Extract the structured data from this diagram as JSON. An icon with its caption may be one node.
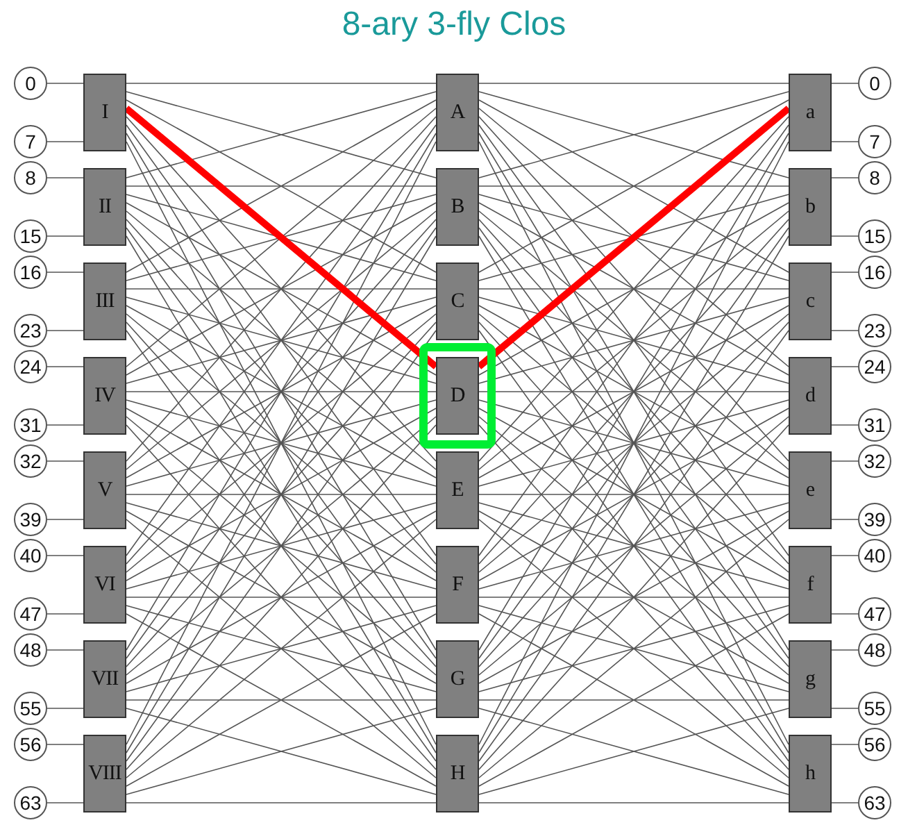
{
  "diagram": {
    "title": "8-ary 3-fly Clos",
    "nodes": [
      {
        "text": [
          "I"
        ]
      },
      {
        "text": [
          "II"
        ]
      },
      {
        "text": [
          "III"
        ]
      },
      {
        "text": [
          "IV"
        ]
      },
      {
        "text": [
          "V"
        ]
      },
      {
        "text": [
          "VI"
        ]
      },
      {
        "text": [
          "VII"
        ]
      },
      {
        "text": [
          "VIII"
        ]
      },
      {
        "text": [],
        "shape": "box"
      },
      {
        "text": [
          "A"
        ]
      },
      {
        "text": [
          "B"
        ]
      },
      {
        "text": [
          "C"
        ]
      },
      {
        "text": [
          "D"
        ],
        "in": 8
      },
      {
        "text": [
          "E"
        ]
      },
      {
        "text": [
          "F"
        ]
      },
      {
        "text": [
          "G"
        ]
      },
      {
        "text": [
          "H"
        ]
      },
      {
        "text": [
          "a"
        ]
      },
      {
        "text": [
          "b"
        ]
      },
      {
        "text": [
          "c"
        ]
      },
      {
        "text": [
          "d"
        ]
      },
      {
        "text": [
          "e"
        ]
      },
      {
        "text": [
          "f"
        ]
      },
      {
        "text": [
          "g"
        ]
      },
      {
        "text": [
          "h"
        ]
      },
      {
        "text": [
          "0"
        ]
      },
      {
        "text": [
          "7"
        ]
      },
      {
        "text": [
          "8"
        ]
      },
      {
        "text": [
          "15"
        ]
      },
      {
        "text": [
          "16"
        ]
      },
      {
        "text": [
          "23"
        ]
      },
      {
        "text": [
          "24"
        ]
      },
      {
        "text": [
          "31"
        ]
      },
      {
        "text": [
          "32"
        ]
      },
      {
        "text": [
          "39"
        ]
      },
      {
        "text": [
          "40"
        ]
      },
      {
        "text": [
          "47"
        ]
      },
      {
        "text": [
          "48"
        ]
      },
      {
        "text": [
          "55"
        ]
      },
      {
        "text": [
          "56"
        ]
      },
      {
        "text": [
          "63"
        ]
      },
      {
        "text": [
          "0"
        ]
      },
      {
        "text": [
          "7"
        ]
      },
      {
        "text": [
          "8"
        ]
      },
      {
        "text": [
          "15"
        ]
      },
      {
        "text": [
          "16"
        ]
      },
      {
        "text": [
          "23"
        ]
      },
      {
        "text": [
          "24"
        ]
      },
      {
        "text": [
          "31"
        ]
      },
      {
        "text": [
          "32"
        ]
      },
      {
        "text": [
          "39"
        ]
      },
      {
        "text": [
          "40"
        ]
      },
      {
        "text": [
          "47"
        ]
      },
      {
        "text": [
          "48"
        ]
      },
      {
        "text": [
          "55"
        ]
      },
      {
        "text": [
          "56"
        ]
      },
      {
        "text": [
          "63"
        ]
      }
    ],
    "edges": [
      {
        "from": 25,
        "to": 0,
        "arrow": "none"
      },
      {
        "from": 26,
        "to": 0,
        "arrow": "none"
      },
      {
        "from": 27,
        "to": 1,
        "arrow": "none"
      },
      {
        "from": 28,
        "to": 1,
        "arrow": "none"
      },
      {
        "from": 29,
        "to": 2,
        "arrow": "none"
      },
      {
        "from": 30,
        "to": 2,
        "arrow": "none"
      },
      {
        "from": 31,
        "to": 3,
        "arrow": "none"
      },
      {
        "from": 32,
        "to": 3,
        "arrow": "none"
      },
      {
        "from": 33,
        "to": 4,
        "arrow": "none"
      },
      {
        "from": 34,
        "to": 4,
        "arrow": "none"
      },
      {
        "from": 35,
        "to": 5,
        "arrow": "none"
      },
      {
        "from": 36,
        "to": 5,
        "arrow": "none"
      },
      {
        "from": 37,
        "to": 6,
        "arrow": "none"
      },
      {
        "from": 38,
        "to": 6,
        "arrow": "none"
      },
      {
        "from": 39,
        "to": 7,
        "arrow": "none"
      },
      {
        "from": 40,
        "to": 7,
        "arrow": "none"
      },
      {
        "from": 0,
        "to": 9,
        "arrow": "none"
      },
      {
        "from": 0,
        "to": 10,
        "arrow": "none"
      },
      {
        "from": 0,
        "to": 11,
        "arrow": "none"
      },
      {
        "from": 0,
        "to": 12,
        "arrow": "none",
        "style": "thick",
        "color": "#ff0000"
      },
      {
        "from": 0,
        "to": 13,
        "arrow": "none"
      },
      {
        "from": 0,
        "to": 14,
        "arrow": "none"
      },
      {
        "from": 0,
        "to": 15,
        "arrow": "none"
      },
      {
        "from": 0,
        "to": 16,
        "arrow": "none"
      },
      {
        "from": 1,
        "to": 9,
        "arrow": "none"
      },
      {
        "from": 1,
        "to": 10,
        "arrow": "none"
      },
      {
        "from": 1,
        "to": 11,
        "arrow": "none"
      },
      {
        "from": 1,
        "to": 12,
        "arrow": "none"
      },
      {
        "from": 1,
        "to": 13,
        "arrow": "none"
      },
      {
        "from": 1,
        "to": 14,
        "arrow": "none"
      },
      {
        "from": 1,
        "to": 15,
        "arrow": "none"
      },
      {
        "from": 1,
        "to": 16,
        "arrow": "none"
      },
      {
        "from": 2,
        "to": 9,
        "arrow": "none"
      },
      {
        "from": 2,
        "to": 10,
        "arrow": "none"
      },
      {
        "from": 2,
        "to": 11,
        "arrow": "none"
      },
      {
        "from": 2,
        "to": 12,
        "arrow": "none"
      },
      {
        "from": 2,
        "to": 13,
        "arrow": "none"
      },
      {
        "from": 2,
        "to": 14,
        "arrow": "none"
      },
      {
        "from": 2,
        "to": 15,
        "arrow": "none"
      },
      {
        "from": 2,
        "to": 16,
        "arrow": "none"
      },
      {
        "from": 3,
        "to": 9,
        "arrow": "none"
      },
      {
        "from": 3,
        "to": 10,
        "arrow": "none"
      },
      {
        "from": 3,
        "to": 11,
        "arrow": "none"
      },
      {
        "from": 3,
        "to": 12,
        "arrow": "none"
      },
      {
        "from": 3,
        "to": 13,
        "arrow": "none"
      },
      {
        "from": 3,
        "to": 14,
        "arrow": "none"
      },
      {
        "from": 3,
        "to": 15,
        "arrow": "none"
      },
      {
        "from": 3,
        "to": 16,
        "arrow": "none"
      },
      {
        "from": 4,
        "to": 9,
        "arrow": "none"
      },
      {
        "from": 4,
        "to": 10,
        "arrow": "none"
      },
      {
        "from": 4,
        "to": 11,
        "arrow": "none"
      },
      {
        "from": 4,
        "to": 12,
        "arrow": "none"
      },
      {
        "from": 4,
        "to": 13,
        "arrow": "none"
      },
      {
        "from": 4,
        "to": 14,
        "arrow": "none"
      },
      {
        "from": 4,
        "to": 15,
        "arrow": "none"
      },
      {
        "from": 4,
        "to": 16,
        "arrow": "none"
      },
      {
        "from": 5,
        "to": 9,
        "arrow": "none"
      },
      {
        "from": 5,
        "to": 10,
        "arrow": "none"
      },
      {
        "from": 5,
        "to": 11,
        "arrow": "none"
      },
      {
        "from": 5,
        "to": 12,
        "arrow": "none"
      },
      {
        "from": 5,
        "to": 13,
        "arrow": "none"
      },
      {
        "from": 5,
        "to": 14,
        "arrow": "none"
      },
      {
        "from": 5,
        "to": 15,
        "arrow": "none"
      },
      {
        "from": 5,
        "to": 16,
        "arrow": "none"
      },
      {
        "from": 6,
        "to": 9,
        "arrow": "none"
      },
      {
        "from": 6,
        "to": 10,
        "arrow": "none"
      },
      {
        "from": 6,
        "to": 11,
        "arrow": "none"
      },
      {
        "from": 6,
        "to": 12,
        "arrow": "none"
      },
      {
        "from": 6,
        "to": 13,
        "arrow": "none"
      },
      {
        "from": 6,
        "to": 14,
        "arrow": "none"
      },
      {
        "from": 6,
        "to": 15,
        "arrow": "none"
      },
      {
        "from": 6,
        "to": 16,
        "arrow": "none"
      },
      {
        "from": 7,
        "to": 9,
        "arrow": "none"
      },
      {
        "from": 7,
        "to": 10,
        "arrow": "none"
      },
      {
        "from": 7,
        "to": 11,
        "arrow": "none"
      },
      {
        "from": 7,
        "to": 12,
        "arrow": "none"
      },
      {
        "from": 7,
        "to": 13,
        "arrow": "none"
      },
      {
        "from": 7,
        "to": 14,
        "arrow": "none"
      },
      {
        "from": 7,
        "to": 15,
        "arrow": "none"
      },
      {
        "from": 7,
        "to": 16,
        "arrow": "none"
      },
      {
        "from": 9,
        "to": 17,
        "arrow": "none"
      },
      {
        "from": 9,
        "to": 18,
        "arrow": "none"
      },
      {
        "from": 9,
        "to": 19,
        "arrow": "none"
      },
      {
        "from": 9,
        "to": 20,
        "arrow": "none"
      },
      {
        "from": 9,
        "to": 21,
        "arrow": "none"
      },
      {
        "from": 9,
        "to": 22,
        "arrow": "none"
      },
      {
        "from": 9,
        "to": 23,
        "arrow": "none"
      },
      {
        "from": 9,
        "to": 24,
        "arrow": "none"
      },
      {
        "from": 10,
        "to": 17,
        "arrow": "none"
      },
      {
        "from": 10,
        "to": 18,
        "arrow": "none"
      },
      {
        "from": 10,
        "to": 19,
        "arrow": "none"
      },
      {
        "from": 10,
        "to": 20,
        "arrow": "none"
      },
      {
        "from": 10,
        "to": 21,
        "arrow": "none"
      },
      {
        "from": 10,
        "to": 22,
        "arrow": "none"
      },
      {
        "from": 10,
        "to": 23,
        "arrow": "none"
      },
      {
        "from": 10,
        "to": 24,
        "arrow": "none"
      },
      {
        "from": 11,
        "to": 17,
        "arrow": "none"
      },
      {
        "from": 11,
        "to": 18,
        "arrow": "none"
      },
      {
        "from": 11,
        "to": 19,
        "arrow": "none"
      },
      {
        "from": 11,
        "to": 20,
        "arrow": "none"
      },
      {
        "from": 11,
        "to": 21,
        "arrow": "none"
      },
      {
        "from": 11,
        "to": 22,
        "arrow": "none"
      },
      {
        "from": 11,
        "to": 23,
        "arrow": "none"
      },
      {
        "from": 11,
        "to": 24,
        "arrow": "none"
      },
      {
        "from": 12,
        "to": 17,
        "arrow": "none",
        "style": "thick",
        "color": "#ff0000"
      },
      {
        "from": 12,
        "to": 18,
        "arrow": "none"
      },
      {
        "from": 12,
        "to": 19,
        "arrow": "none"
      },
      {
        "from": 12,
        "to": 20,
        "arrow": "none"
      },
      {
        "from": 12,
        "to": 21,
        "arrow": "none"
      },
      {
        "from": 12,
        "to": 22,
        "arrow": "none"
      },
      {
        "from": 12,
        "to": 23,
        "arrow": "none"
      },
      {
        "from": 12,
        "to": 24,
        "arrow": "none"
      },
      {
        "from": 13,
        "to": 17,
        "arrow": "none"
      },
      {
        "from": 13,
        "to": 18,
        "arrow": "none"
      },
      {
        "from": 13,
        "to": 19,
        "arrow": "none"
      },
      {
        "from": 13,
        "to": 20,
        "arrow": "none"
      },
      {
        "from": 13,
        "to": 21,
        "arrow": "none"
      },
      {
        "from": 13,
        "to": 22,
        "arrow": "none"
      },
      {
        "from": 13,
        "to": 23,
        "arrow": "none"
      },
      {
        "from": 13,
        "to": 24,
        "arrow": "none"
      },
      {
        "from": 14,
        "to": 17,
        "arrow": "none"
      },
      {
        "from": 14,
        "to": 18,
        "arrow": "none"
      },
      {
        "from": 14,
        "to": 19,
        "arrow": "none"
      },
      {
        "from": 14,
        "to": 20,
        "arrow": "none"
      },
      {
        "from": 14,
        "to": 21,
        "arrow": "none"
      },
      {
        "from": 14,
        "to": 22,
        "arrow": "none"
      },
      {
        "from": 14,
        "to": 23,
        "arrow": "none"
      },
      {
        "from": 14,
        "to": 24,
        "arrow": "none"
      },
      {
        "from": 15,
        "to": 17,
        "arrow": "none"
      },
      {
        "from": 15,
        "to": 18,
        "arrow": "none"
      },
      {
        "from": 15,
        "to": 19,
        "arrow": "none"
      },
      {
        "from": 15,
        "to": 20,
        "arrow": "none"
      },
      {
        "from": 15,
        "to": 21,
        "arrow": "none"
      },
      {
        "from": 15,
        "to": 22,
        "arrow": "none"
      },
      {
        "from": 15,
        "to": 23,
        "arrow": "none"
      },
      {
        "from": 15,
        "to": 24,
        "arrow": "none"
      },
      {
        "from": 16,
        "to": 17,
        "arrow": "none"
      },
      {
        "from": 16,
        "to": 18,
        "arrow": "none"
      },
      {
        "from": 16,
        "to": 19,
        "arrow": "none"
      },
      {
        "from": 16,
        "to": 20,
        "arrow": "none"
      },
      {
        "from": 16,
        "to": 21,
        "arrow": "none"
      },
      {
        "from": 16,
        "to": 22,
        "arrow": "none"
      },
      {
        "from": 16,
        "to": 23,
        "arrow": "none"
      },
      {
        "from": 16,
        "to": 24,
        "arrow": "none"
      },
      {
        "from": 17,
        "to": 41,
        "arrow": "none"
      },
      {
        "from": 17,
        "to": 42,
        "arrow": "none"
      },
      {
        "from": 18,
        "to": 43,
        "arrow": "none"
      },
      {
        "from": 18,
        "to": 44,
        "arrow": "none"
      },
      {
        "from": 19,
        "to": 45,
        "arrow": "none"
      },
      {
        "from": 19,
        "to": 46,
        "arrow": "none"
      },
      {
        "from": 20,
        "to": 47,
        "arrow": "none"
      },
      {
        "from": 20,
        "to": 48,
        "arrow": "none"
      },
      {
        "from": 21,
        "to": 49,
        "arrow": "none"
      },
      {
        "from": 21,
        "to": 50,
        "arrow": "none"
      },
      {
        "from": 22,
        "to": 51,
        "arrow": "none"
      },
      {
        "from": 22,
        "to": 52,
        "arrow": "none"
      },
      {
        "from": 23,
        "to": 53,
        "arrow": "none"
      },
      {
        "from": 23,
        "to": 54,
        "arrow": "none"
      },
      {
        "from": 24,
        "to": 55,
        "arrow": "none"
      },
      {
        "from": 24,
        "to": 56,
        "arrow": "none"
      }
    ]
  }
}
